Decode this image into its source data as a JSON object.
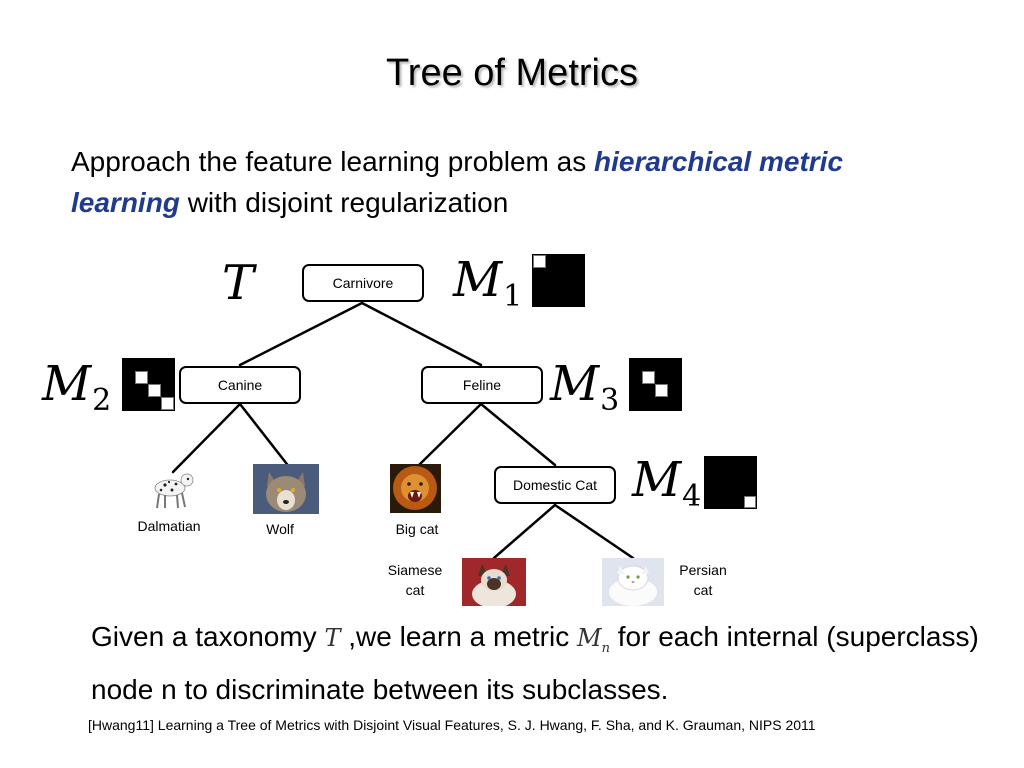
{
  "title": "Tree of Metrics",
  "intro": {
    "before": "Approach the feature learning problem as ",
    "emphasis": "hierarchical metric learning",
    "after": " with disjoint regularization"
  },
  "tree": {
    "symbol": "T",
    "nodes": {
      "root": "Carnivore",
      "canine": "Canine",
      "feline": "Feline",
      "domestic": "Domestic Cat"
    },
    "metrics": [
      {
        "base": "M",
        "sub": "1"
      },
      {
        "base": "M",
        "sub": "2"
      },
      {
        "base": "M",
        "sub": "3"
      },
      {
        "base": "M",
        "sub": "4"
      }
    ],
    "leaves": {
      "dalmatian": "Dalmatian",
      "wolf": "Wolf",
      "bigcat": "Big cat",
      "siamese_line1": "Siamese",
      "siamese_line2": "cat",
      "persian_line1": "Persian",
      "persian_line2": "cat"
    }
  },
  "bottom": {
    "part1": "Given a taxonomy ",
    "sym_t": "T",
    "part2": " ,we learn a metric ",
    "sym_m": "M",
    "sym_m_sub": "n",
    "part3": "  for each  internal (superclass) node n to discriminate between its subclasses."
  },
  "reference": "[Hwang11] Learning a Tree of Metrics with Disjoint Visual Features,  S. J. Hwang, F. Sha, and K. Grauman, NIPS 2011"
}
